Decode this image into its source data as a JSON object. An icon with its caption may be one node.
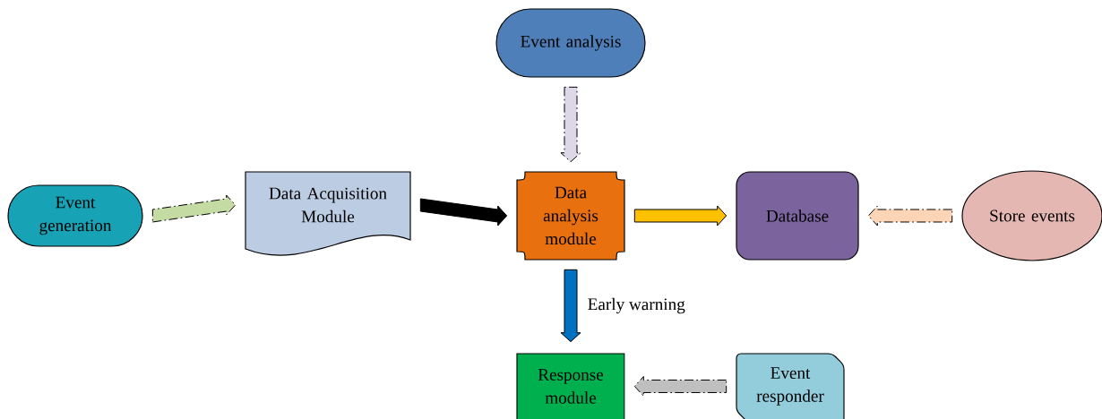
{
  "diagram": {
    "nodes": [
      {
        "text": [
          "Event generation"
        ]
      },
      {
        "text": [
          "Data Acquisition Module"
        ]
      },
      {
        "text": [
          "Data analysis module"
        ]
      },
      {
        "text": [
          "Event analysis"
        ]
      },
      {
        "text": [
          "Database"
        ]
      },
      {
        "text": [
          "Store events"
        ]
      },
      {
        "text": [
          "Response module"
        ]
      },
      {
        "text": [
          "Event responder"
        ]
      }
    ],
    "edges": [
      {
        "from": 0,
        "to": 1,
        "arrow": "to",
        "style": "dashed",
        "color": "#c4dca4"
      },
      {
        "from": 1,
        "to": 2,
        "arrow": "to",
        "color": "#000000"
      },
      {
        "from": 3,
        "to": 2,
        "arrow": "to",
        "style": "dashed",
        "color": "#ddd7e8"
      },
      {
        "from": 2,
        "to": 4,
        "arrow": "to",
        "color": "#ffc000"
      },
      {
        "from": 5,
        "to": 4,
        "arrow": "to",
        "style": "dashed",
        "color": "#fbd5b5"
      },
      {
        "from": 2,
        "to": 6,
        "arrow": "to",
        "label": "Early warning",
        "color": "#0070c0"
      },
      {
        "from": 7,
        "to": 6,
        "arrow": "to",
        "style": "dashed",
        "color": "#bfbfbf"
      }
    ]
  }
}
